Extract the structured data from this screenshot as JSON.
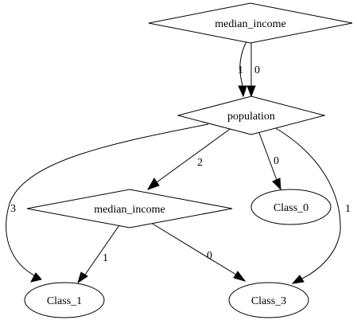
{
  "graph": {
    "nodes": {
      "root": {
        "label": "median_income",
        "shape": "diamond"
      },
      "population": {
        "label": "population",
        "shape": "diamond"
      },
      "median_income_2": {
        "label": "median_income",
        "shape": "diamond"
      },
      "class_0": {
        "label": "Class_0",
        "shape": "ellipse"
      },
      "class_1": {
        "label": "Class_1",
        "shape": "ellipse"
      },
      "class_3": {
        "label": "Class_3",
        "shape": "ellipse"
      }
    },
    "edges": [
      {
        "from": "root",
        "to": "population",
        "label": "1"
      },
      {
        "from": "root",
        "to": "population",
        "label": "0"
      },
      {
        "from": "population",
        "to": "median_income_2",
        "label": "2"
      },
      {
        "from": "population",
        "to": "class_0",
        "label": "0"
      },
      {
        "from": "population",
        "to": "class_1",
        "label": "3"
      },
      {
        "from": "population",
        "to": "class_3",
        "label": "1"
      },
      {
        "from": "median_income_2",
        "to": "class_1",
        "label": "1"
      },
      {
        "from": "median_income_2",
        "to": "class_3",
        "label": "0"
      }
    ]
  },
  "colors": {
    "stroke": "#000000",
    "background": "#ffffff"
  }
}
